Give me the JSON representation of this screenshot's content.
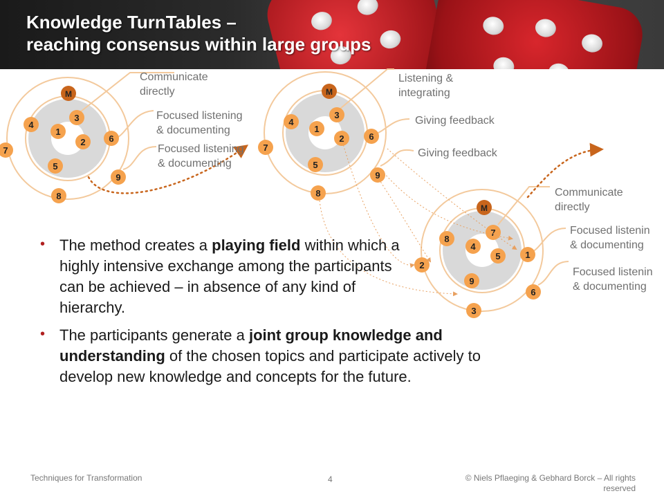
{
  "title": {
    "line1": "Knowledge TurnTables –",
    "line2": "reaching consensus within large groups"
  },
  "tables": [
    {
      "center_label": "M",
      "inner": [
        "1",
        "2",
        "3",
        "4",
        "5"
      ],
      "outer": [
        "6",
        "7",
        "8",
        "9"
      ],
      "captions": [
        {
          "line1": "Communicate",
          "line2": "directly"
        },
        {
          "line1": "Focused listening",
          "line2": "& documenting"
        },
        {
          "line1": "Focused listening",
          "line2": "& documenting"
        }
      ]
    },
    {
      "center_label": "M",
      "inner": [
        "1",
        "2",
        "3",
        "4",
        "5"
      ],
      "outer": [
        "6",
        "7",
        "8",
        "9"
      ],
      "captions": [
        {
          "line1": "Listening &",
          "line2": "integrating"
        },
        {
          "line1": "Giving feedback",
          "line2": ""
        },
        {
          "line1": "Giving feedback",
          "line2": ""
        }
      ]
    },
    {
      "center_label": "M",
      "inner": [
        "4",
        "5",
        "7",
        "8",
        "9"
      ],
      "outer": [
        "1",
        "2",
        "3",
        "6"
      ],
      "captions": [
        {
          "line1": "Communicate",
          "line2": "directly"
        },
        {
          "line1": "Focused listenin",
          "line2": "& documenting"
        },
        {
          "line1": "Focused listenin",
          "line2": "& documenting"
        }
      ]
    }
  ],
  "bullets": [
    {
      "pre": "The method creates a ",
      "bold": "playing field",
      "post": " within which a highly intensive exchange among the participants can be achieved – in absence of any kind of hierarchy."
    },
    {
      "pre": "The participants generate a ",
      "bold": "joint group knowledge and understanding",
      "post": " of the chosen topics and participate actively to develop new knowledge and concepts for the future."
    }
  ],
  "footer": {
    "left": "Techniques for Transformation",
    "page": "4",
    "right_line1": "© Niels Pflaeging & Gebhard Borck – All rights",
    "right_line2": "reserved"
  },
  "colors": {
    "orange": "#f5a24e",
    "dark_orange": "#c8651c",
    "ring": "#f3c99c",
    "inner_disc": "#d9d9d9",
    "title_text": "#ffffff",
    "bullet": "#b02020",
    "caption_text": "#707070"
  }
}
